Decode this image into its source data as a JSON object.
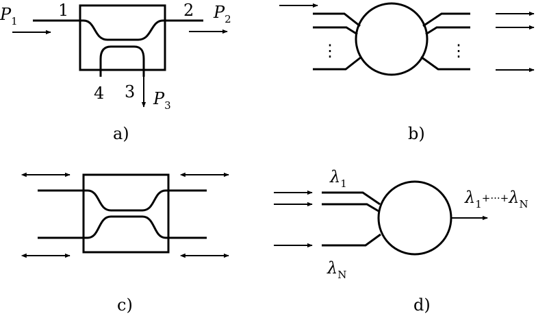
{
  "panel_a": {
    "caption": "a)",
    "port1": "1",
    "port2": "2",
    "port3": "3",
    "port4": "4",
    "p_symbol": "P",
    "p1_sub": "1",
    "p2_sub": "2",
    "p3_sub": "3"
  },
  "panel_b": {
    "caption": "b)",
    "ellipsis": "⋮"
  },
  "panel_c": {
    "caption": "c)"
  },
  "panel_d": {
    "caption": "d)",
    "lambda": "λ",
    "sub_1": "1",
    "sub_n": "N",
    "plus": "+",
    "dots": "···"
  }
}
